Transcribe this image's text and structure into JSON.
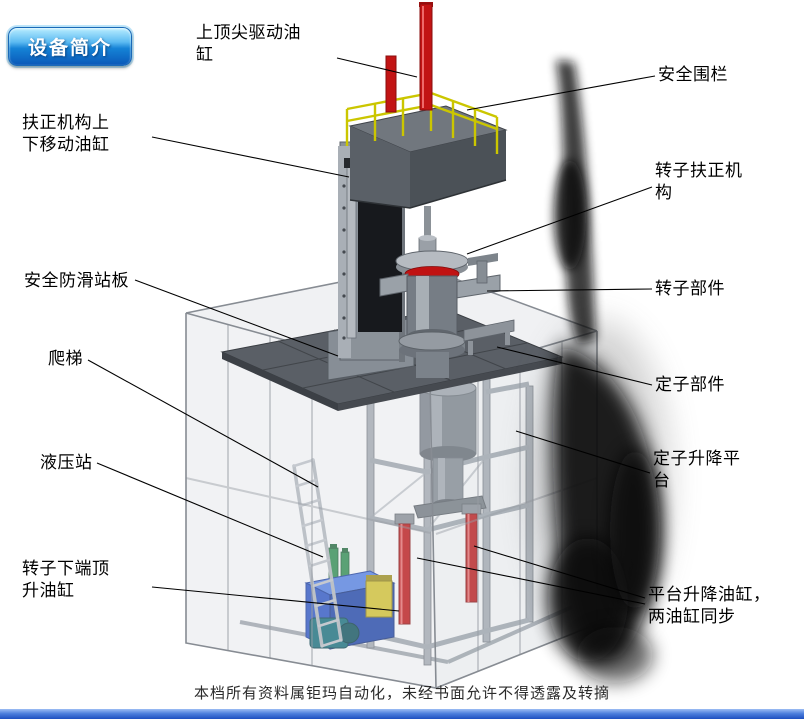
{
  "badge": {
    "label": "设备简介"
  },
  "labels": {
    "top_drive_cylinder": "上顶尖驱动油\n缸",
    "safety_fence": "安全围栏",
    "centering_lift_cylinder": "扶正机构上\n下移动油缸",
    "rotor_centering_mechanism": "转子扶正机\n构",
    "antislip_plate": "安全防滑站板",
    "rotor_part": "转子部件",
    "ladder": "爬梯",
    "stator_part": "定子部件",
    "hydraulic_station": "液压站",
    "stator_lift_platform": "定子升降平\n台",
    "rotor_bottom_lift_cylinder": "转子下端顶\n升油缸",
    "platform_lift_cylinders": "平台升降油缸，\n两油缸同步"
  },
  "footer": {
    "disclaimer": "本档所有资料属钜玛自动化，未经书面允许不得透露及转摘"
  },
  "colors": {
    "badge_blue": "#1272d8",
    "cylinder_red": "#c21414",
    "railing_yellow": "#cbc600",
    "hydraulic_blue": "#2b55c8",
    "platform_gray": "#5a5f66",
    "footer_bar_blue": "#1d4fc0"
  }
}
